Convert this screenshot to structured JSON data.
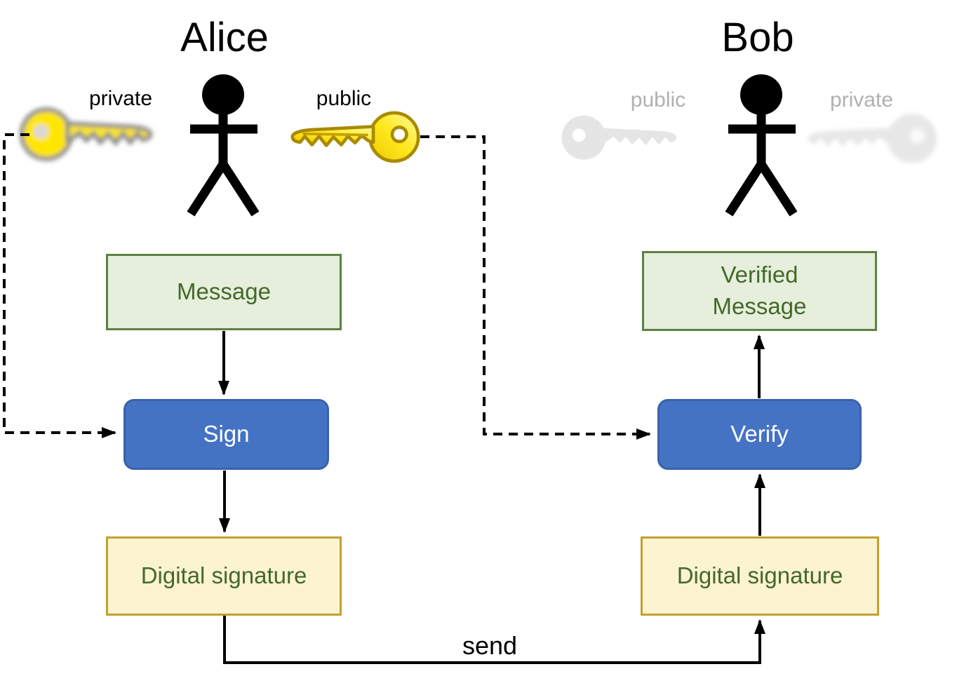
{
  "actors": {
    "alice": {
      "name": "Alice",
      "private_key_label": "private",
      "public_key_label": "public"
    },
    "bob": {
      "name": "Bob",
      "public_key_label": "public",
      "private_key_label": "private"
    }
  },
  "nodes": {
    "message": "Message",
    "sign": "Sign",
    "digital_signature_alice": "Digital signature",
    "verified_message": "Verified\nMessage",
    "verify": "Verify",
    "digital_signature_bob": "Digital signature"
  },
  "edges": {
    "send_label": "send"
  },
  "icons": {
    "alice-private-key-icon": "yellow blurred key, head left",
    "alice-public-key-icon": "yellow key, head right",
    "bob-public-key-icon": "gray key, head left",
    "bob-private-key-icon": "gray blurred key, head right",
    "alice-stick-figure": "black stick person",
    "bob-stick-figure": "black stick person"
  },
  "colors": {
    "message_fill": "#e5efdb",
    "message_border": "#5d8142",
    "message_text": "#44682c",
    "action_fill": "#4573c4",
    "action_border": "#3a62ab",
    "action_text": "#ffffff",
    "signature_fill": "#fcf3d1",
    "signature_border": "#c2a02c",
    "signature_text": "#44682c",
    "key_yellow": "#ffe600",
    "key_yellow_outline": "#a98a00",
    "key_gray": "#e5e5e5",
    "inactive_label": "#b0b0b0",
    "line": "#000000",
    "background": "#ffffff"
  }
}
